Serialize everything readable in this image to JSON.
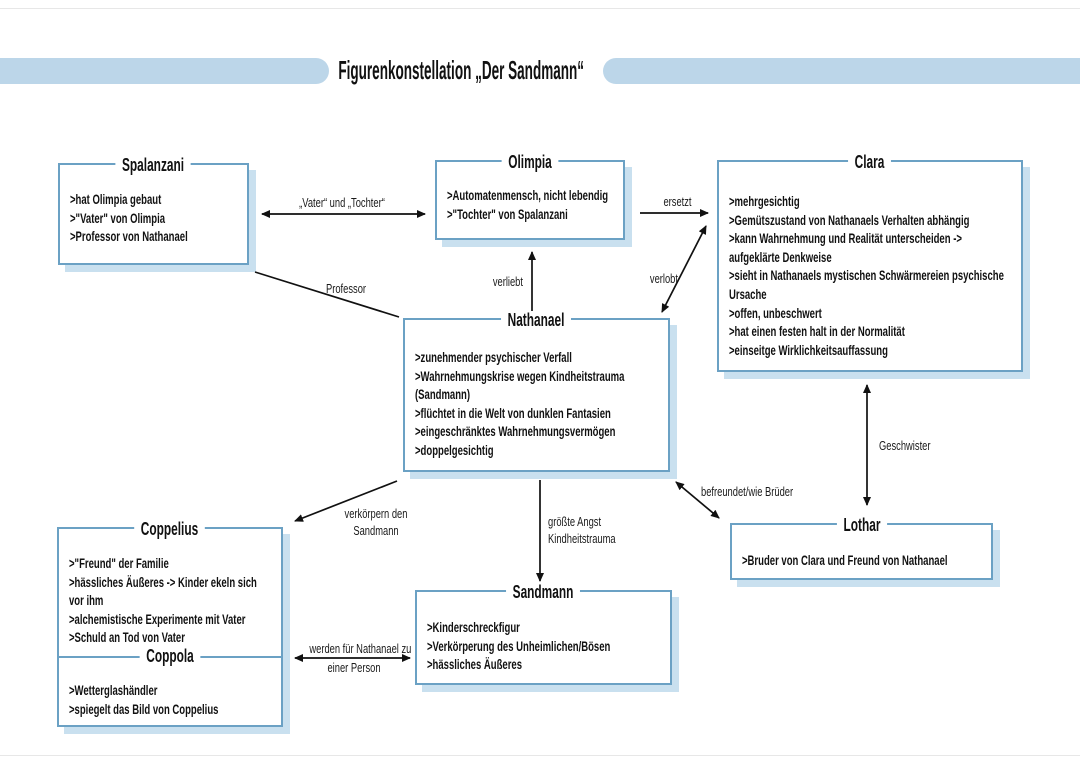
{
  "title": "Figurenkonstellation „Der Sandmann“",
  "colors": {
    "accent_bar": "#bcd6e9",
    "box_border": "#6ba1c4",
    "box_shadow": "#c9e0ef",
    "text": "#111111",
    "label_text": "#1a1a1a"
  },
  "boxes": {
    "spalanzani": {
      "title": "Spalanzani",
      "lines": [
        ">hat Olimpia gebaut",
        ">\"Vater\" von Olimpia",
        ">Professor von Nathanael"
      ]
    },
    "olimpia": {
      "title": "Olimpia",
      "lines": [
        ">Automatenmensch, nicht lebendig",
        ">\"Tochter\" von Spalanzani"
      ]
    },
    "clara": {
      "title": "Clara",
      "lines": [
        ">mehrgesichtig",
        ">Gemütszustand von Nathanaels Verhalten abhängig",
        ">kann Wahrnehmung und Realität unterscheiden -> aufgeklärte Denkweise",
        ">sieht in Nathanaels mystischen Schwärmereien psychische Ursache",
        ">offen, unbeschwert",
        ">hat einen festen halt in der Normalität",
        ">einseitge Wirklichkeitsauffassung"
      ]
    },
    "nathanael": {
      "title": "Nathanael",
      "lines": [
        ">zunehmender psychischer Verfall",
        ">Wahrnehmungskrise wegen Kindheitstrauma (Sandmann)",
        ">flüchtet in die Welt von dunklen Fantasien",
        ">eingeschränktes Wahrnehmungsvermögen",
        ">doppelgesichtig"
      ]
    },
    "coppelius": {
      "title": "Coppelius",
      "lines": [
        ">\"Freund\" der Familie",
        ">hässliches Äußeres -> Kinder ekeln sich vor ihm",
        ">alchemistische Experimente mit Vater",
        ">Schuld an Tod von Vater"
      ],
      "subtitle": "Coppola",
      "sub_lines": [
        ">Wetterglashändler",
        ">spiegelt das Bild von Coppelius"
      ]
    },
    "sandmann": {
      "title": "Sandmann",
      "lines": [
        ">Kinderschreckfigur",
        ">Verkörperung des Unheimlichen/Bösen",
        ">hässliches Äußeres"
      ]
    },
    "lothar": {
      "title": "Lothar",
      "lines": [
        ">Bruder von Clara und Freund von Nathanael"
      ]
    }
  },
  "relations": {
    "vater_tochter": "„Vater“ und „Tochter“",
    "ersetzt": "ersetzt",
    "verliebt": "verliebt",
    "verlobt": "verlobt",
    "professor": "Professor",
    "verkoerpern_1": "verkörpern den",
    "verkoerpern_2": "Sandmann",
    "angst_1": "größte Angst",
    "angst_2": "Kindheitstrauma",
    "befreundet": "befreundet/wie Brüder",
    "geschwister": "Geschwister",
    "person_1": "werden für Nathanael zu",
    "person_2": "einer Person"
  }
}
